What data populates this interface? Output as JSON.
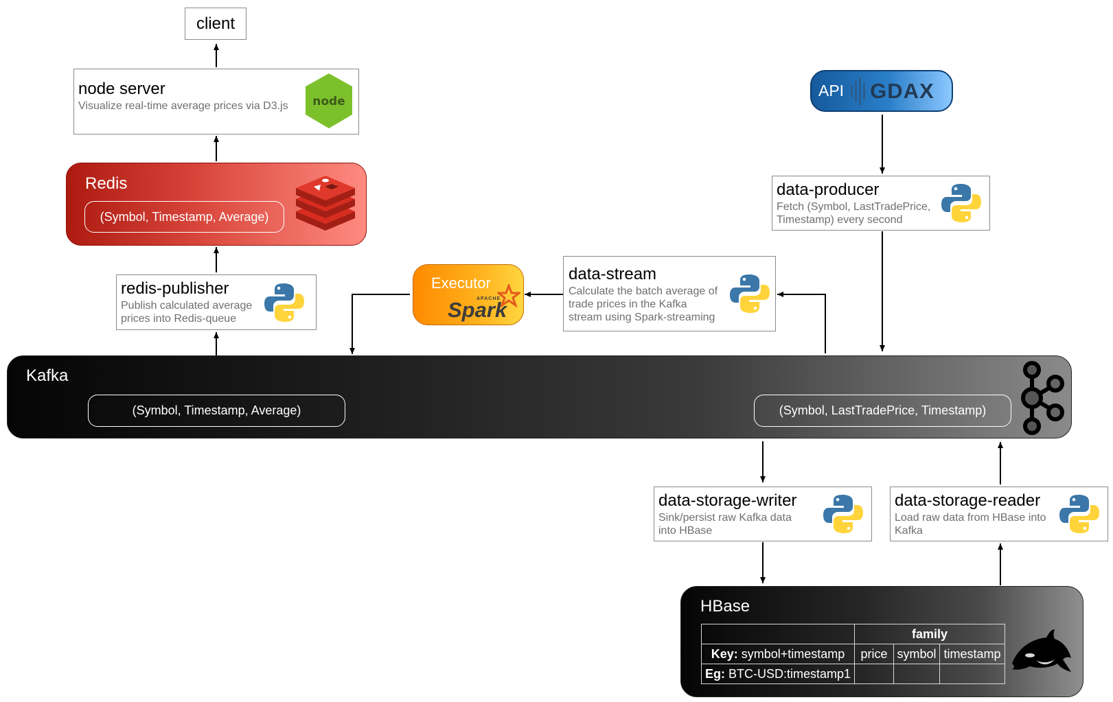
{
  "client": {
    "label": "client"
  },
  "node_server": {
    "title": "node server",
    "desc": "Visualize real-time average prices via D3.js",
    "logo_text": "node"
  },
  "redis": {
    "title": "Redis",
    "record": "(Symbol, Timestamp, Average)"
  },
  "redis_publisher": {
    "title": "redis-publisher",
    "desc": "Publish calculated average prices into Redis-queue"
  },
  "executor": {
    "title": "Executor",
    "apache": "APACHE",
    "spark": "Spark"
  },
  "data_stream": {
    "title": "data-stream",
    "desc": "Calculate the batch average of trade prices in the Kafka stream using Spark-streaming"
  },
  "gdax": {
    "api": "API",
    "name": "GDAX"
  },
  "data_producer": {
    "title": "data-producer",
    "desc": "Fetch (Symbol, LastTradePrice, Timestamp) every second"
  },
  "kafka": {
    "title": "Kafka",
    "left_record": "(Symbol, Timestamp, Average)",
    "right_record": "(Symbol, LastTradePrice, Timestamp)"
  },
  "storage_writer": {
    "title": "data-storage-writer",
    "desc": "Sink/persist raw Kafka data into HBase"
  },
  "storage_reader": {
    "title": "data-storage-reader",
    "desc": "Load raw data from HBase into Kafka"
  },
  "hbase": {
    "title": "HBase",
    "family": "family",
    "key_label": "Key:",
    "key_value": "symbol+timestamp",
    "columns": [
      "price",
      "symbol",
      "timestamp"
    ],
    "eg_label": "Eg:",
    "eg_value": "BTC-USD:timestamp1"
  },
  "colors": {
    "redis_dark": "#b01a10",
    "redis_light": "#ff8a80",
    "kafka_dark": "#050505",
    "kafka_light": "#8a8a8a",
    "node_green": "#7cc12b",
    "gdax_blue": "#1d6cb3",
    "spark_orange": "#ff8c00",
    "python_blue": "#3b77a8",
    "python_yellow": "#ffd43b"
  }
}
